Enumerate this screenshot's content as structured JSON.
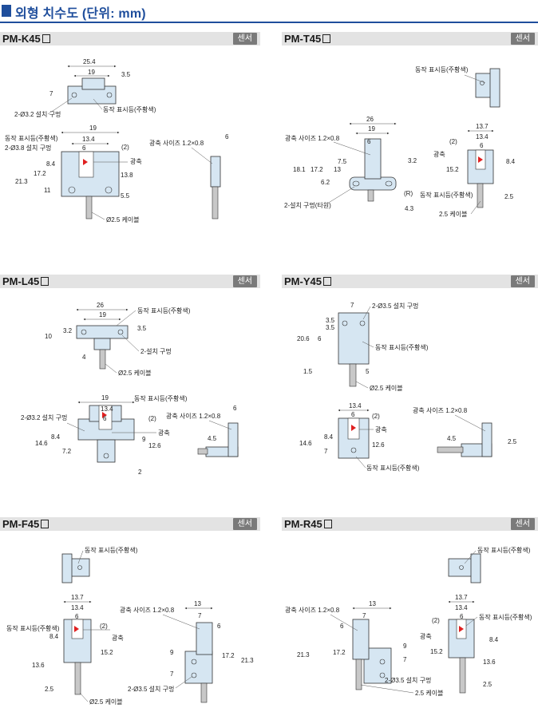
{
  "header": {
    "title": "외형 치수도 (단위: mm)"
  },
  "sensor_tag": "센서",
  "models": [
    {
      "name": "PM-K45",
      "tag": "센서"
    },
    {
      "name": "PM-T45",
      "tag": "센서"
    },
    {
      "name": "PM-L45",
      "tag": "센서"
    },
    {
      "name": "PM-Y45",
      "tag": "센서"
    },
    {
      "name": "PM-F45",
      "tag": "센서"
    },
    {
      "name": "PM-R45",
      "tag": "센서"
    }
  ],
  "labels": {
    "indicator": "동작 표시등(주황색)",
    "beam_axis": "광축",
    "beam_size": "광축 사이즈 1.2×0.8",
    "cable": "Ø2.5 케이블",
    "cable_plain": "2.5 케이블",
    "hole_32": "2-Ø3.2 설치 구멍",
    "hole_38": "2-Ø3.8 설치 구멍",
    "hole_35": "2-Ø3.5 설치 구멍",
    "hole_2": "2-설치 구멍",
    "hole_oval": "2-설치 구멍(타원)",
    "note2": "(2)",
    "noteR": "(R)"
  },
  "dims": {
    "k45": [
      "25.4",
      "19",
      "3.5",
      "7",
      "19",
      "13.4",
      "6",
      "8.4",
      "17.2",
      "21.3",
      "11",
      "13.8",
      "5.5",
      "6"
    ],
    "t45": [
      "13.7",
      "13.4",
      "6",
      "8.4",
      "15.2",
      "2.5",
      "26",
      "19",
      "6",
      "18.1",
      "17.2",
      "13",
      "7.5",
      "6.2",
      "3.2",
      "4.3"
    ],
    "l45": [
      "26",
      "19",
      "3.5",
      "10",
      "3.2",
      "4",
      "19",
      "13.4",
      "6",
      "8.4",
      "14.6",
      "7.2",
      "9",
      "12.6",
      "2",
      "6",
      "4.5"
    ],
    "y45": [
      "7",
      "3.5",
      "20.6",
      "6",
      "3.5",
      "1.5",
      "5",
      "13.4",
      "6",
      "8.4",
      "14.6",
      "7",
      "12.6",
      "4.5",
      "2.5"
    ],
    "f45": [
      "13.7",
      "13.4",
      "6",
      "8.4",
      "13.6",
      "15.2",
      "2.5",
      "13",
      "7",
      "6",
      "9",
      "17.2",
      "21.3",
      "7"
    ],
    "r45": [
      "13",
      "7",
      "6",
      "9",
      "17.2",
      "21.3",
      "7",
      "13.7",
      "13.4",
      "6",
      "8.4",
      "15.2",
      "13.6",
      "2.5"
    ]
  }
}
